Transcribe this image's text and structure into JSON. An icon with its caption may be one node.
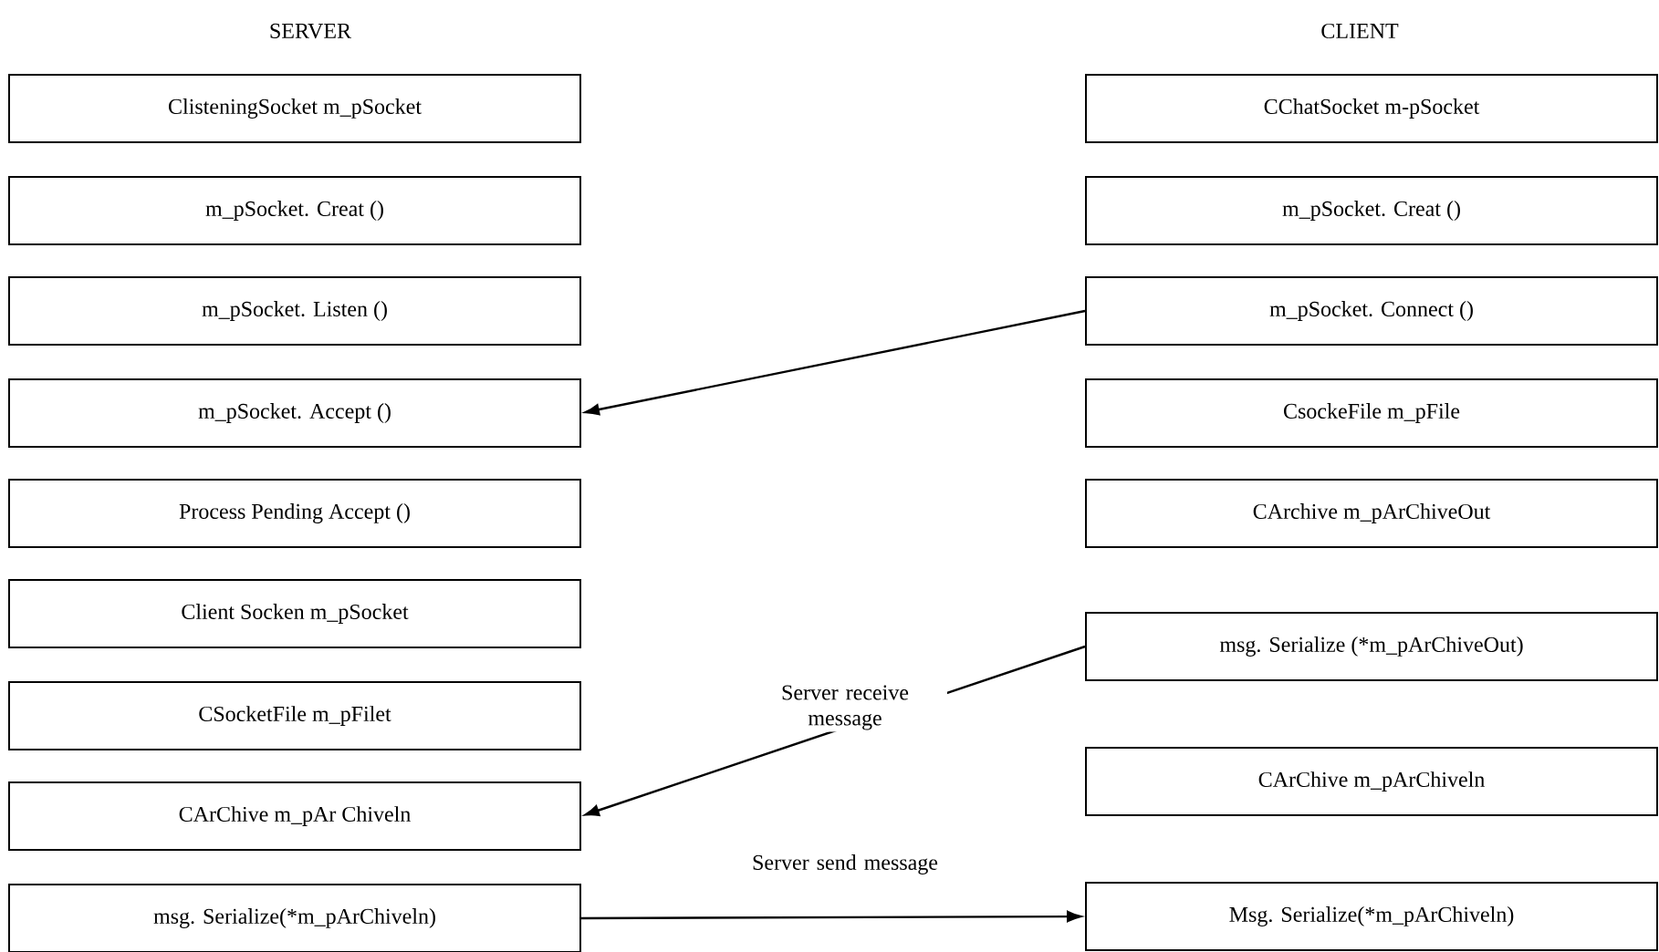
{
  "diagram": {
    "nodes": [
      {
        "text": [
          "ClisteningSocket m_pSocket"
        ]
      },
      {
        "text": [
          "m_pSocket. Creat ()"
        ]
      },
      {
        "text": [
          "m_pSocket. Listen ()"
        ]
      },
      {
        "text": [
          "m_pSocket. Accept ()"
        ]
      },
      {
        "text": [
          "Process Pending Accept ()"
        ]
      },
      {
        "text": [
          "Client Socken m_pSocket"
        ]
      },
      {
        "text": [
          "CSocketFile m_pFilet"
        ]
      },
      {
        "text": [
          "CArChive m_pAr Chiveln"
        ]
      },
      {
        "text": [
          "msg. Serialize(*m_pArChiveln)"
        ]
      },
      {
        "text": [
          "CChatSocket m-pSocket"
        ]
      },
      {
        "text": [
          "m_pSocket. Creat ()"
        ]
      },
      {
        "text": [
          "m_pSocket. Connect ()"
        ]
      },
      {
        "text": [
          "CsockeFile m_pFile"
        ]
      },
      {
        "text": [
          "CArchive m_pArChiveOut"
        ]
      },
      {
        "text": [
          "msg. Serialize (*m_pArChiveOut)"
        ]
      },
      {
        "text": [
          "CArChive m_pArChiveln"
        ]
      },
      {
        "text": [
          "Msg. Serialize(*m_pArChiveln)"
        ]
      }
    ],
    "edges": [
      {
        "from": 11,
        "to": 3,
        "arrow": "to"
      },
      {
        "from": 14,
        "to": 7,
        "arrow": "to",
        "label": "Server receive message"
      },
      {
        "from": 8,
        "to": 16,
        "arrow": "to",
        "label": "Server send message"
      }
    ],
    "labels": [
      "SERVER",
      "CLIENT"
    ]
  }
}
